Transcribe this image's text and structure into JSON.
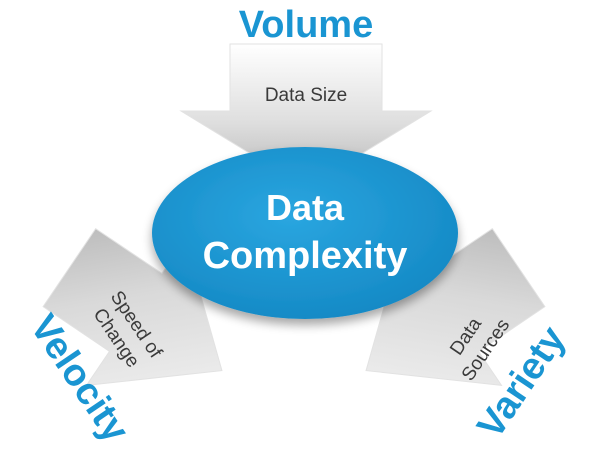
{
  "diagram": {
    "center": {
      "line1": "Data",
      "line2": "Complexity"
    },
    "volume": {
      "title": "Volume",
      "label": "Data Size"
    },
    "velocity": {
      "title": "Velocity",
      "label_line1": "Speed of",
      "label_line2": "Change"
    },
    "variety": {
      "title": "Variety",
      "label_line1": "Data",
      "label_line2": "Sources"
    }
  },
  "colors": {
    "accent": "#1a95d2",
    "ellipse": "#1f9ad6",
    "arrow_light": "#f4f4f4",
    "arrow_dark": "#b9b9b9",
    "label_text": "#3a3a3a"
  }
}
